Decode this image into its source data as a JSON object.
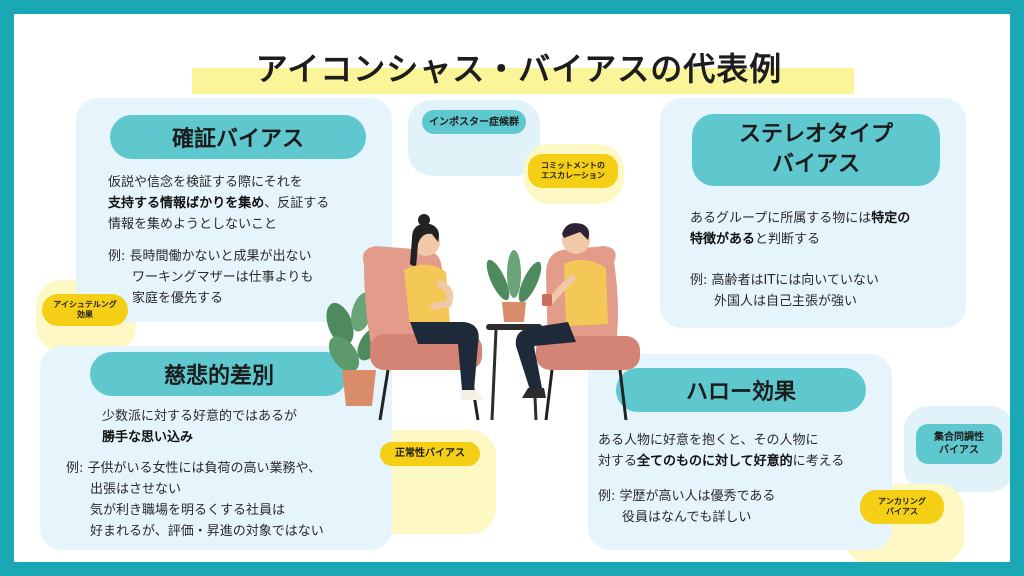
{
  "title": "アイコンシャス・バイアスの代表例",
  "confirmation_bias": {
    "heading": "確証バイアス",
    "desc_1": "仮説や信念を検証する際にそれを",
    "desc_2_bold": "支持する情報ばかりを集め",
    "desc_2_rest": "、反証する",
    "desc_3": "情報を集めようとしないこと",
    "example_1": "例: 長時間働かないと成果が出ない",
    "example_2": "ワーキングマザーは仕事よりも",
    "example_3": "家庭を優先する"
  },
  "stereotype_bias": {
    "heading_1": "ステレオタイプ",
    "heading_2": "バイアス",
    "desc_1a": "あるグループに所属する物には",
    "desc_1b_bold": "特定の",
    "desc_2_bold": "特徴がある",
    "desc_2_rest": "と判断する",
    "example_1": "例: 高齢者はITには向いていない",
    "example_2": "外国人は自己主張が強い"
  },
  "benevolent_discrimination": {
    "heading": "慈悲的差別",
    "desc_1": "少数派に対する好意的ではあるが",
    "desc_2_bold": "勝手な思い込み",
    "example_1": "例: 子供がいる女性には負荷の高い業務や、",
    "example_2": "出張はさせない",
    "example_3": "気が利き職場を明るくする社員は",
    "example_4": "好まれるが、評価・昇進の対象ではない"
  },
  "halo_effect": {
    "heading": "ハロー効果",
    "desc_1": "ある人物に好意を抱くと、その人物に",
    "desc_2a": "対する",
    "desc_2_bold": "全てのものに対して好意的",
    "desc_2c": "に考える",
    "example_1": "例: 学歴が高い人は優秀である",
    "example_2": "役員はなんでも詳しい"
  },
  "tags": {
    "impostor": "インポスター症候群",
    "commitment_1": "コミットメントの",
    "commitment_2": "エスカレーション",
    "aishutellung_1": "アイシュテルング",
    "aishutellung_2": "効果",
    "normalcy": "正常性バイアス",
    "conformity_1": "集合同調性",
    "conformity_2": "バイアス",
    "anchoring_1": "アンカリング",
    "anchoring_2": "バイアス"
  },
  "colors": {
    "frame": "#1aa9b4",
    "pill": "#5fc8cf",
    "card": "#e5f5fb",
    "tag_yellow": "#f4cf15",
    "title_highlight": "#fbf59a"
  }
}
